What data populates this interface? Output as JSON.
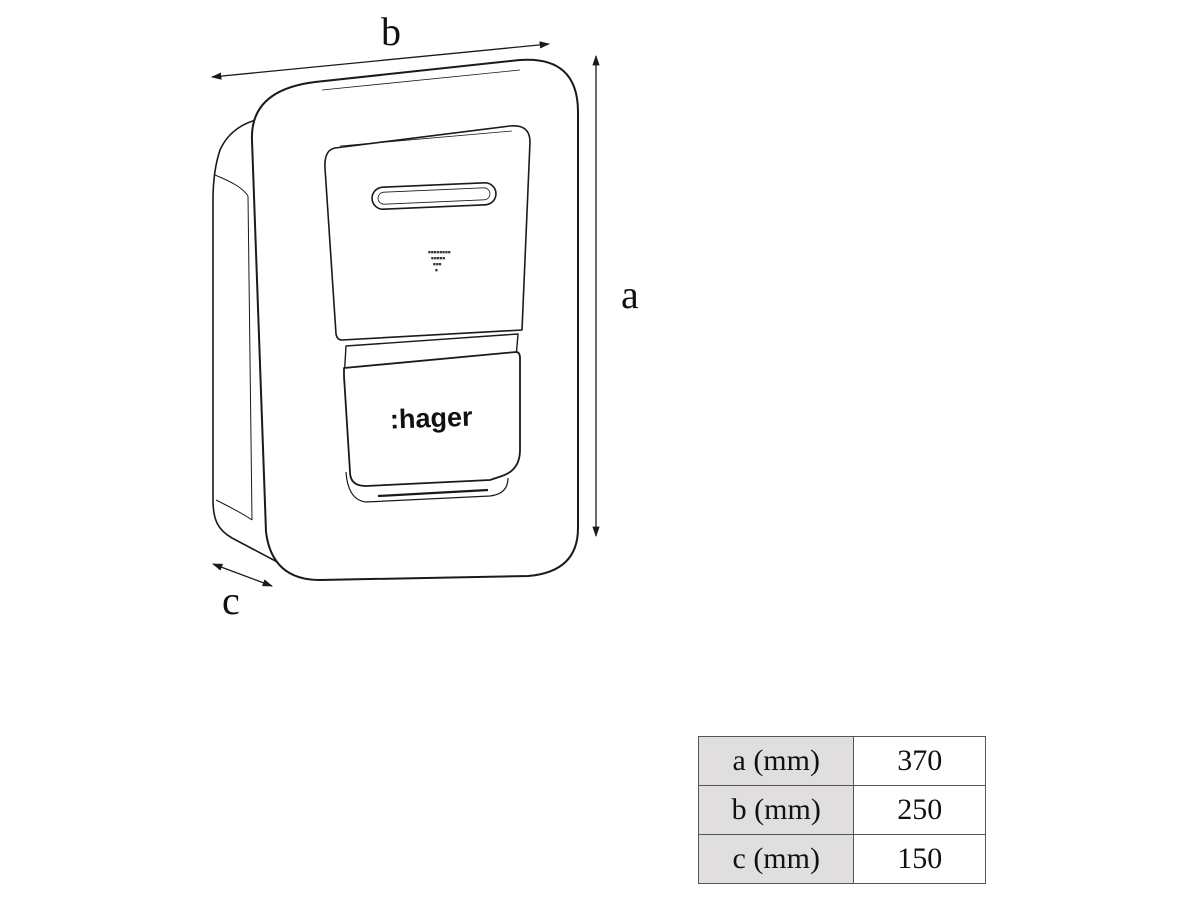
{
  "dimension_labels": {
    "a": "a",
    "b": "b",
    "c": "c"
  },
  "product": {
    "brand": ":hager",
    "display_marks": [
      "■■■■■■■■",
      "■■■■■",
      "■■■",
      "■"
    ]
  },
  "dimensions_table": {
    "rows": [
      {
        "label": "a (mm)",
        "value": "370"
      },
      {
        "label": "b (mm)",
        "value": "250"
      },
      {
        "label": "c (mm)",
        "value": "150"
      }
    ]
  },
  "colors": {
    "line": "#1a1a1a",
    "label_cell": "#e1dedf",
    "value_cell": "#ffffff",
    "cell_border": "#555555"
  }
}
